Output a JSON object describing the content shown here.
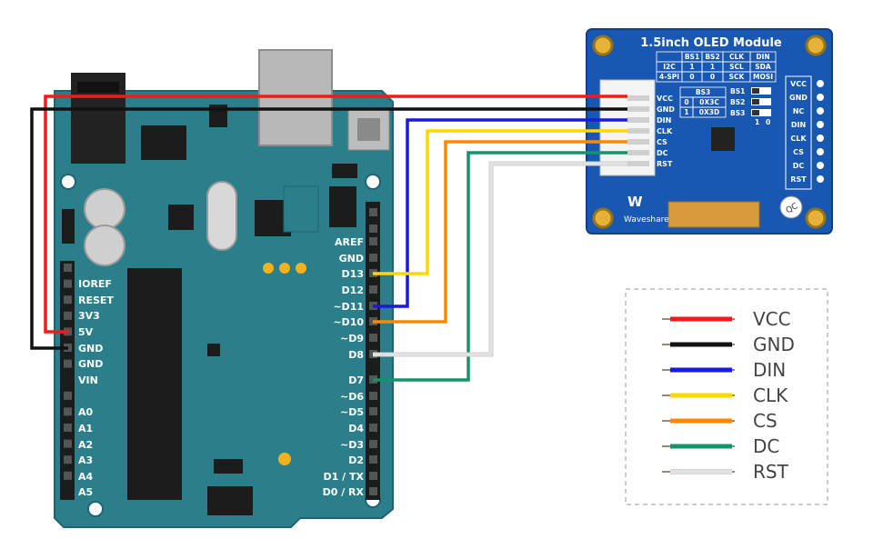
{
  "colors": {
    "vcc": "#ee1c1c",
    "gnd": "#111111",
    "din": "#1a1adc",
    "clk": "#ffd800",
    "cs": "#ff8800",
    "dc": "#13946a",
    "rst": "#e2e2e2",
    "board": "#2a7f8b",
    "module": "#1858b2"
  },
  "arduino": {
    "left_power_labels": [
      "IOREF",
      "RESET",
      "3V3",
      "5V",
      "GND",
      "GND",
      "VIN"
    ],
    "left_analog_labels": [
      "A0",
      "A1",
      "A2",
      "A3",
      "A4",
      "A5"
    ],
    "right_labels": [
      "AREF",
      "GND",
      "D13",
      "D12",
      "~D11",
      "~D10",
      "~D9",
      "D8",
      "D7",
      "~D6",
      "~D5",
      "D4",
      "~D3",
      "D2",
      "D1 / TX",
      "D0 / RX"
    ]
  },
  "module": {
    "title": "1.5inch OLED Module",
    "brand": "Waveshare",
    "pins": [
      "VCC",
      "GND",
      "DIN",
      "CLK",
      "CS",
      "DC",
      "RST"
    ],
    "right_pins": [
      "VCC",
      "GND",
      "NC",
      "DIN",
      "CLK",
      "CS",
      "DC",
      "RST"
    ],
    "table1": {
      "header": [
        "",
        "BS1",
        "BS2",
        "CLK",
        "DIN"
      ],
      "rows": [
        [
          "I2C",
          "1",
          "1",
          "SCL",
          "SDA"
        ],
        [
          "4-SPI",
          "0",
          "0",
          "SCK",
          "MOSI"
        ]
      ]
    },
    "table2": {
      "header": "BS3",
      "rows": [
        [
          "0",
          "0X3C"
        ],
        [
          "1",
          "0X3D"
        ]
      ]
    },
    "switches": [
      "BS1",
      "BS2",
      "BS3"
    ],
    "switch_pos": [
      "1",
      "0"
    ],
    "stamp": "QC"
  },
  "legend": {
    "items": [
      "VCC",
      "GND",
      "DIN",
      "CLK",
      "CS",
      "DC",
      "RST"
    ]
  }
}
